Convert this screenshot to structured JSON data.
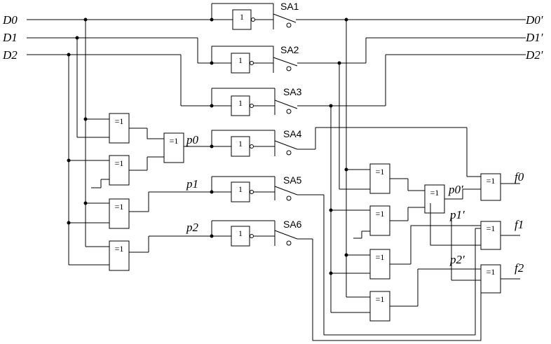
{
  "inputs": {
    "d0": "D0",
    "d1": "D1",
    "d2": "D2"
  },
  "outputs": {
    "d0p": "D0′",
    "d1p": "D1′",
    "d2p": "D2′"
  },
  "switches": {
    "sa1": "SA1",
    "sa2": "SA2",
    "sa3": "SA3",
    "sa4": "SA4",
    "sa5": "SA5",
    "sa6": "SA6"
  },
  "gates": {
    "not": "1",
    "xor": "=1"
  },
  "signals": {
    "p0": "p0",
    "p1": "p1",
    "p2": "p2",
    "p0p": "p0′",
    "p1p": "p1′",
    "p2p": "p2′",
    "f0": "f0",
    "f1": "f1",
    "f2": "f2"
  }
}
